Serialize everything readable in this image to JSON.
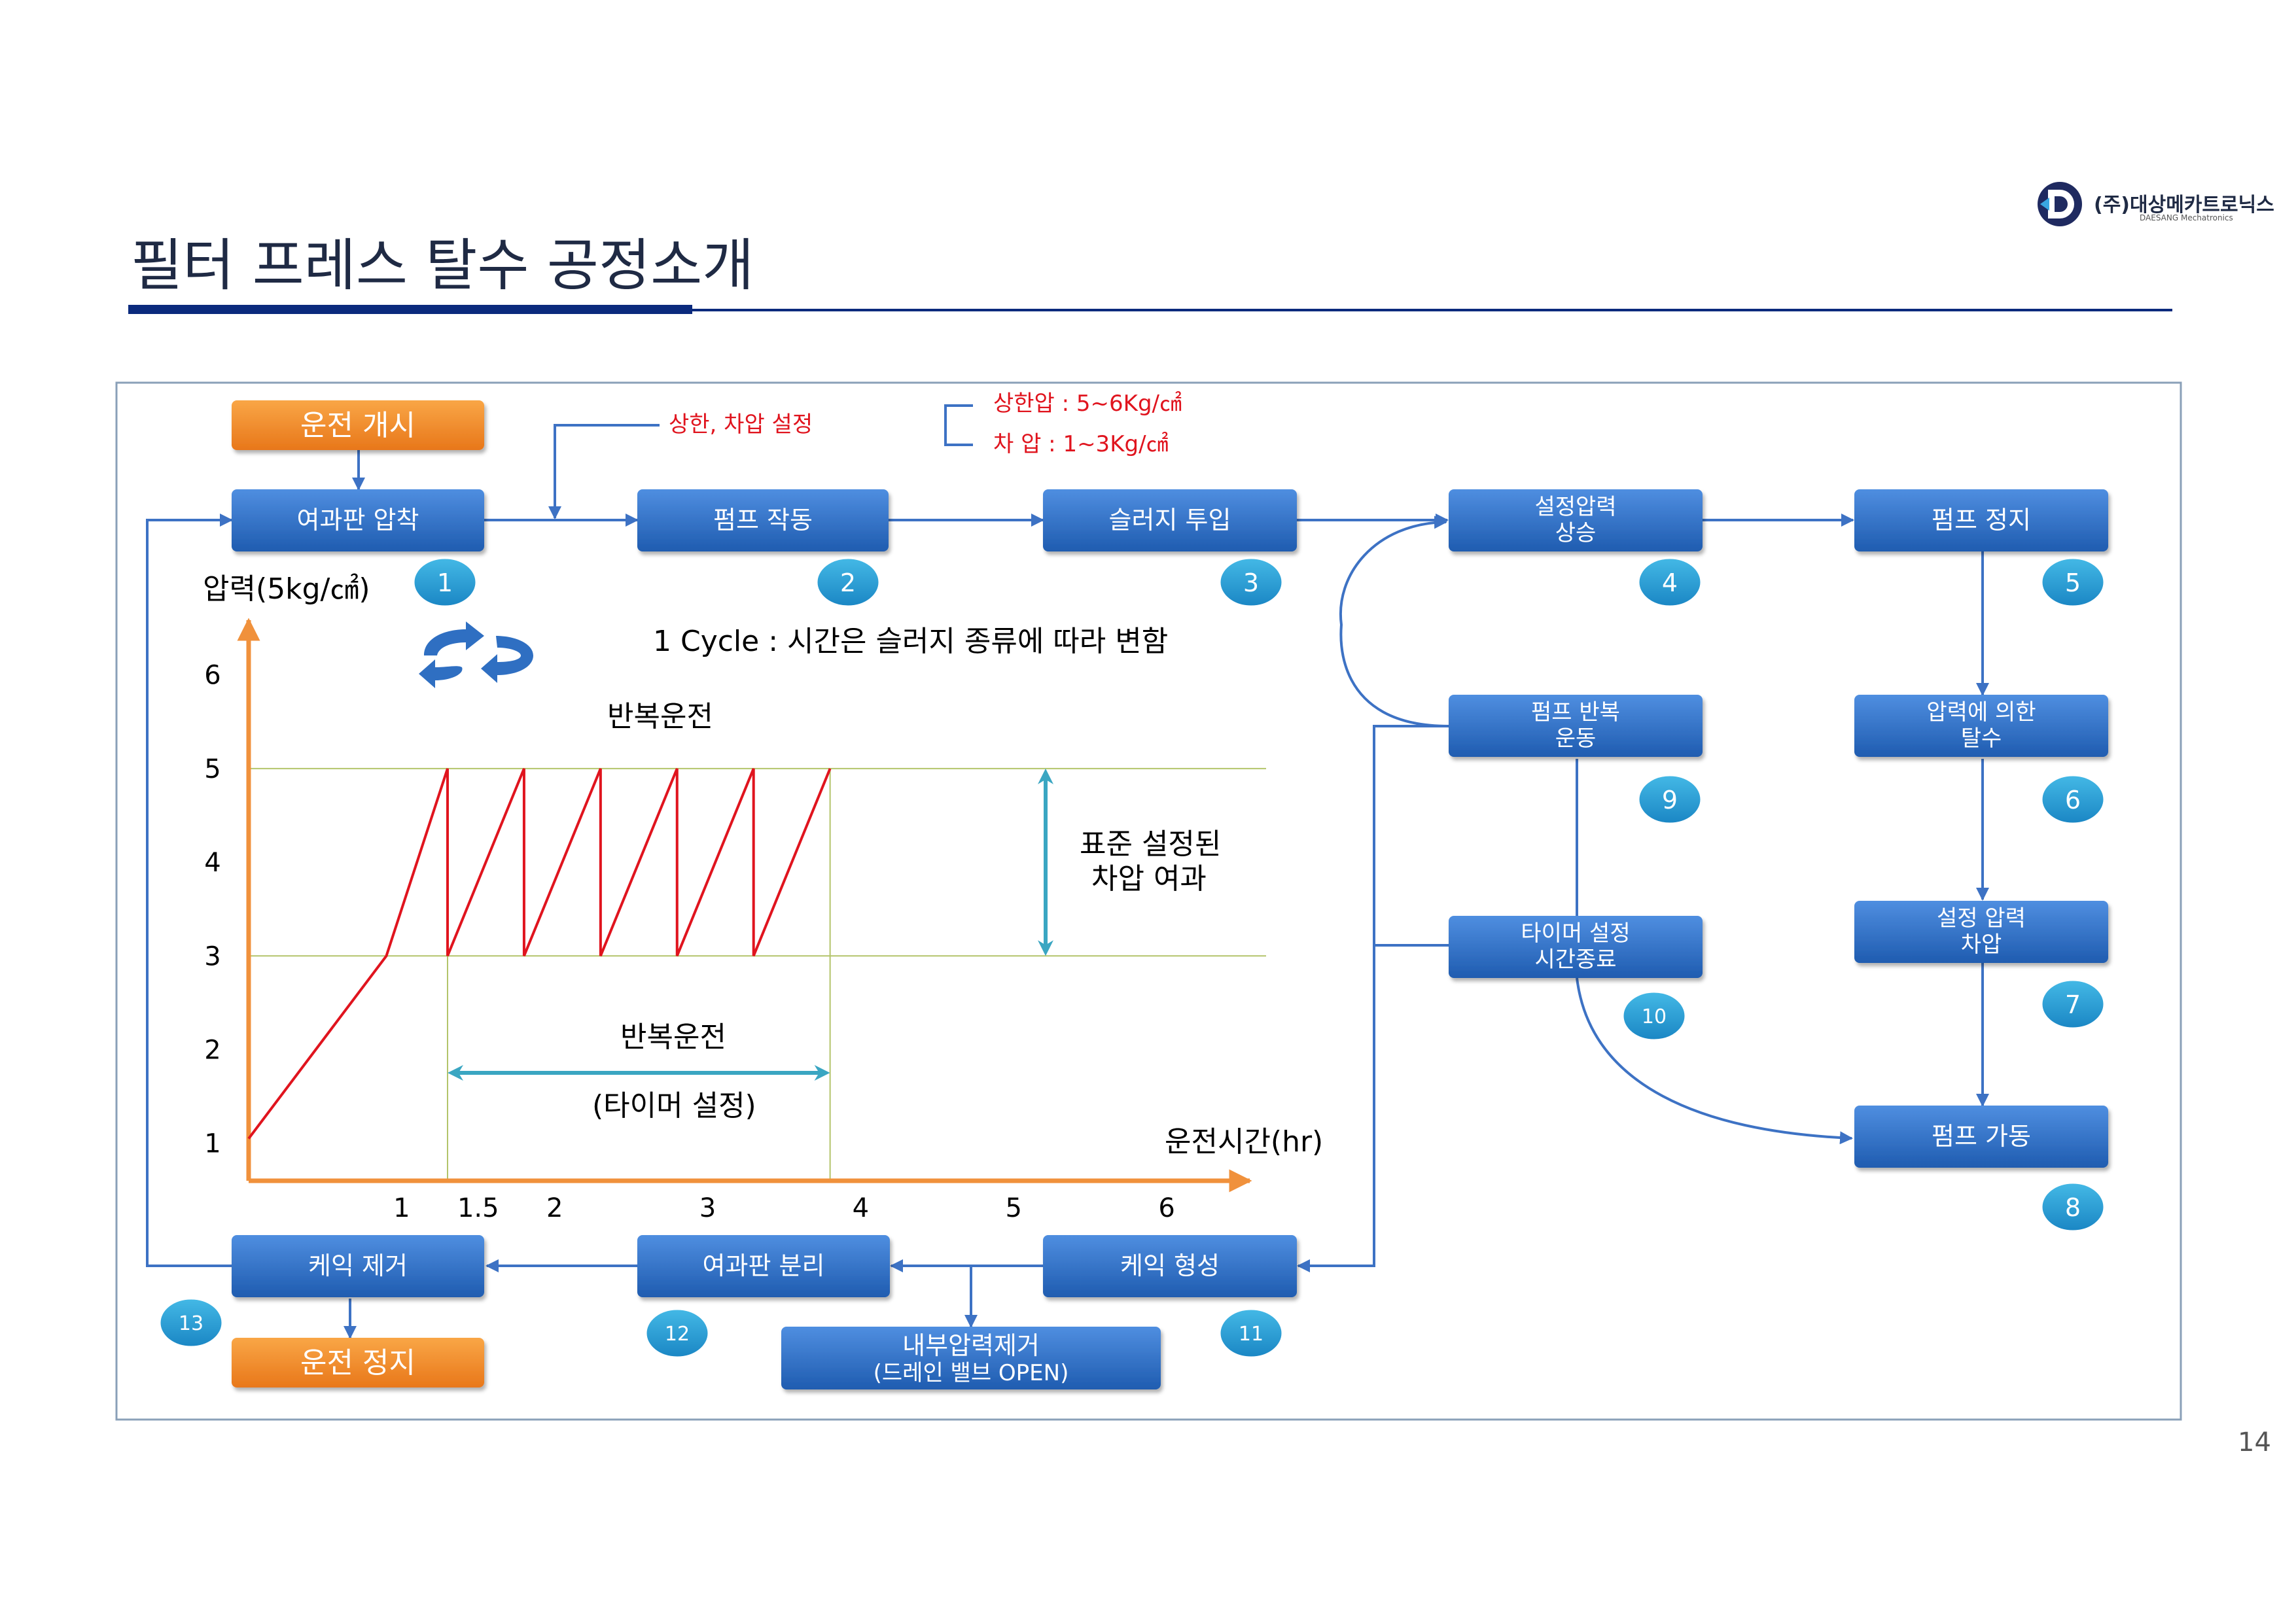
{
  "page": {
    "title": "필터 프레스 탈수 공정소개",
    "page_number": "14",
    "logo_text": "(주)대상메카트로닉스",
    "logo_sub": "DAESANG Mechatronics",
    "logo_icon": "d-circle-logo-icon"
  },
  "colors": {
    "title_bar_dark": "#0b2a7d",
    "title_bar_line": "#0b2a7d",
    "process_blue": "#2f73c9",
    "start_orange": "#f28c28",
    "annotation_red": "#e0141e",
    "axis_orange": "#f0913c",
    "pressure_red": "#e0141e",
    "teal_arrow": "#3aa6c2",
    "grid_green": "#b3c46a"
  },
  "flow": {
    "start": "운전 개시",
    "stop": "운전 정지",
    "steps": [
      {
        "id": "1",
        "label": "여과판 압착"
      },
      {
        "id": "2",
        "label": "펌프 작동"
      },
      {
        "id": "3",
        "label": "슬러지 투입"
      },
      {
        "id": "4",
        "label_line1": "설정압력",
        "label_line2": "상승"
      },
      {
        "id": "5",
        "label": "펌프 정지"
      },
      {
        "id": "6",
        "label_line1": "압력에 의한",
        "label_line2": "탈수"
      },
      {
        "id": "7",
        "label_line1": "설정 압력",
        "label_line2": "차압"
      },
      {
        "id": "8",
        "label": "펌프 가동"
      },
      {
        "id": "9",
        "label_line1": "펌프 반복",
        "label_line2": "운동"
      },
      {
        "id": "10",
        "label_line1": "타이머 설정",
        "label_line2": "시간종료"
      },
      {
        "id": "11",
        "label": "케익 형성"
      },
      {
        "id": "12",
        "label": "여과판 분리"
      },
      {
        "id": "13",
        "label": "케익 제거"
      }
    ],
    "drain": {
      "line1": "내부압력제거",
      "line2": "(드레인 밸브 OPEN)"
    }
  },
  "annotations": {
    "limit_setting": "상한, 차압 설정",
    "upper_pressure": "상한압 : 5~6Kg/㎠",
    "diff_pressure": "차   압 : 1~3Kg/㎠",
    "cycle_note": "1 Cycle : 시간은 슬러지 종류에 따라 변함",
    "repeat_top": "반복운전",
    "repeat_mid": "반복운전",
    "timer_setting": "(타이머 설정)",
    "standard_line1": "표준 설정된",
    "standard_line2": "차압 여과",
    "cycle_icon": "cycle-arrows-icon"
  },
  "chart_data": {
    "type": "line",
    "title": "",
    "ylabel": "압력(5kg/㎠)",
    "xlabel": "운전시간(hr)",
    "y_ticks": [
      "1",
      "2",
      "3",
      "4",
      "5",
      "6"
    ],
    "x_ticks": [
      "1",
      "1.5",
      "2",
      "3",
      "4",
      "5",
      "6"
    ],
    "x_tick_values": [
      1,
      1.5,
      2,
      3,
      4,
      5,
      6
    ],
    "xlim": [
      0,
      6.5
    ],
    "ylim": [
      0.6,
      6.5
    ],
    "reference_lines": [
      3,
      5
    ],
    "series": [
      {
        "x": [
          0,
          0.9,
          1.3,
          1.3,
          1.8,
          1.8,
          2.3,
          2.3,
          2.8,
          2.8,
          3.3,
          3.3,
          3.8
        ],
        "y": [
          1.05,
          3,
          5,
          3,
          5,
          3,
          5,
          3,
          5,
          3,
          5,
          3,
          5
        ]
      }
    ],
    "vertical_guides": [
      1.3,
      1.8,
      2.3,
      2.8,
      3.3,
      3.8
    ],
    "timer_span": [
      1.3,
      3.8
    ],
    "diff_pressure_span": [
      3,
      5
    ]
  }
}
